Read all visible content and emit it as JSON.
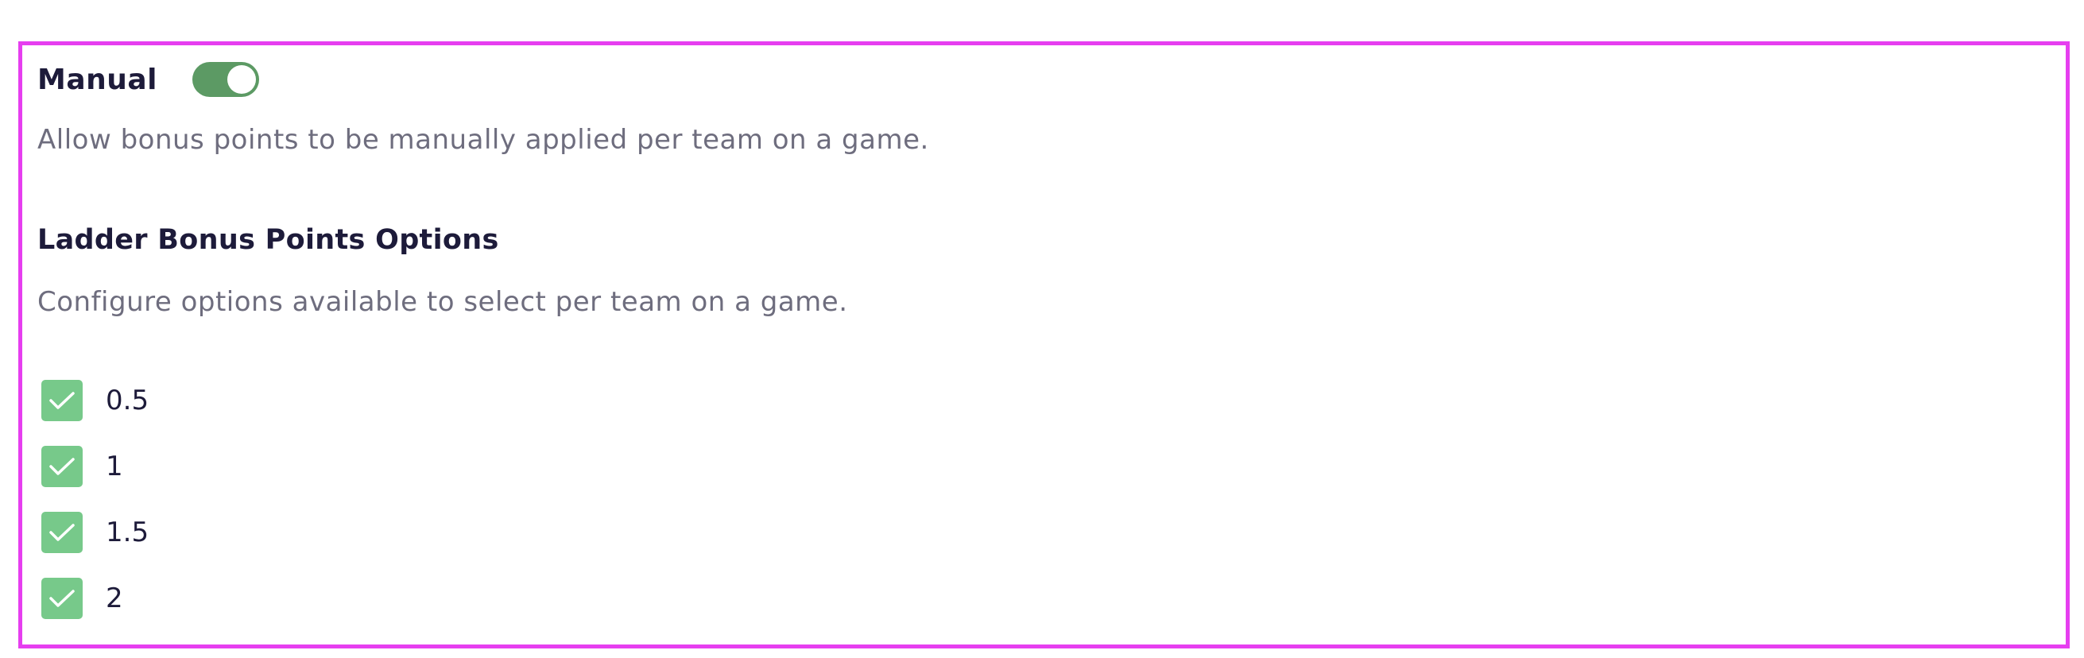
{
  "manual": {
    "label": "Manual",
    "toggle_on": true,
    "description": "Allow bonus points to be manually applied per team on a game."
  },
  "ladder_options": {
    "title": "Ladder Bonus Points Options",
    "description": "Configure options available to select per team on a game.",
    "items": [
      {
        "label": "0.5",
        "checked": true
      },
      {
        "label": "1",
        "checked": true
      },
      {
        "label": "1.5",
        "checked": true
      },
      {
        "label": "2",
        "checked": true
      }
    ]
  },
  "colors": {
    "frame_border": "#e63ef0",
    "toggle_on": "#5c9a64",
    "checkbox": "#77c98a",
    "heading_text": "#1d1b3a",
    "muted_text": "#6e6d7e"
  },
  "icons": {
    "checkbox": "check-icon"
  }
}
